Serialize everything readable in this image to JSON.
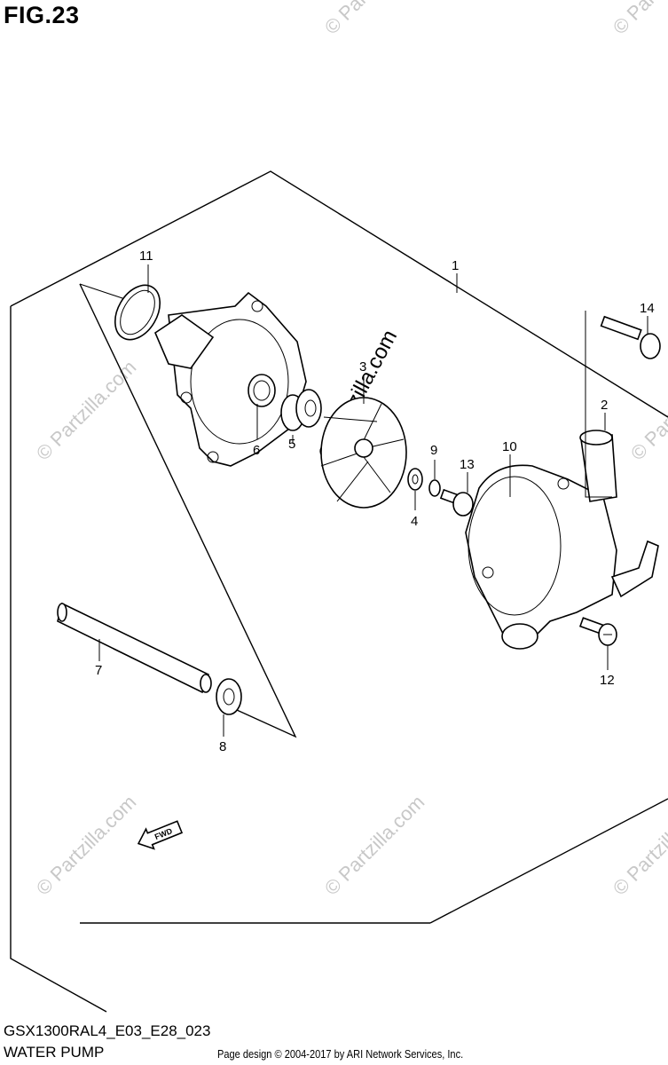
{
  "figure": {
    "title": "FIG.23"
  },
  "callouts": [
    {
      "number": "1"
    },
    {
      "number": "2"
    },
    {
      "number": "3"
    },
    {
      "number": "4"
    },
    {
      "number": "5"
    },
    {
      "number": "6"
    },
    {
      "number": "7"
    },
    {
      "number": "8"
    },
    {
      "number": "9"
    },
    {
      "number": "10"
    },
    {
      "number": "11"
    },
    {
      "number": "12"
    },
    {
      "number": "13"
    },
    {
      "number": "14"
    }
  ],
  "watermark": {
    "text": "© Partzilla.com"
  },
  "fwd_label": "FWD",
  "footer": {
    "model_code": "GSX1300RAL4_E03_E28_023",
    "caption": "WATER PUMP",
    "copyright": "Page design © 2004-2017 by ARI Network Services, Inc."
  }
}
